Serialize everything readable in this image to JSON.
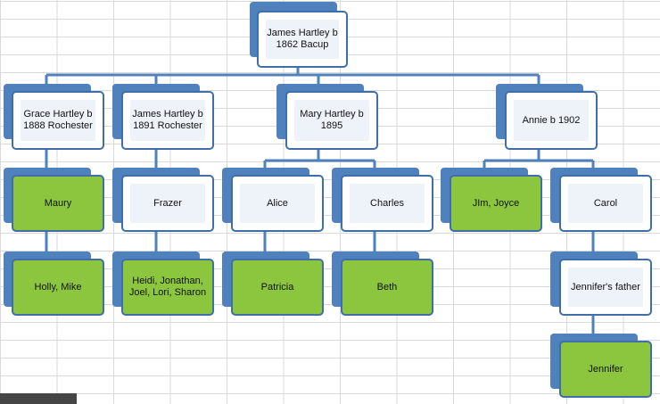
{
  "tree": {
    "root": {
      "label": "James Hartley b\n1862 Bacup"
    },
    "level1": {
      "grace": {
        "label": "Grace Hartley b\n1888 Rochester"
      },
      "james": {
        "label": "James Hartley b\n1891 Rochester"
      },
      "mary": {
        "label": "Mary Hartley b\n1895"
      },
      "annie": {
        "label": "Annie b 1902"
      }
    },
    "level2": {
      "maury": {
        "label": "Maury"
      },
      "frazer": {
        "label": "Frazer"
      },
      "alice": {
        "label": "Alice"
      },
      "charles": {
        "label": "Charles"
      },
      "jim_joyce": {
        "label": "JIm, Joyce"
      },
      "carol": {
        "label": "Carol"
      }
    },
    "level3": {
      "holly_mike": {
        "label": "Holly, Mike"
      },
      "heidi_etc": {
        "label": "Heidi, Jonathan,\nJoel, Lori, Sharon"
      },
      "patricia": {
        "label": "Patricia"
      },
      "beth": {
        "label": "Beth"
      },
      "jennifers_father": {
        "label": "Jennifer's father"
      }
    },
    "level4": {
      "jennifer": {
        "label": "Jennifer"
      }
    }
  }
}
